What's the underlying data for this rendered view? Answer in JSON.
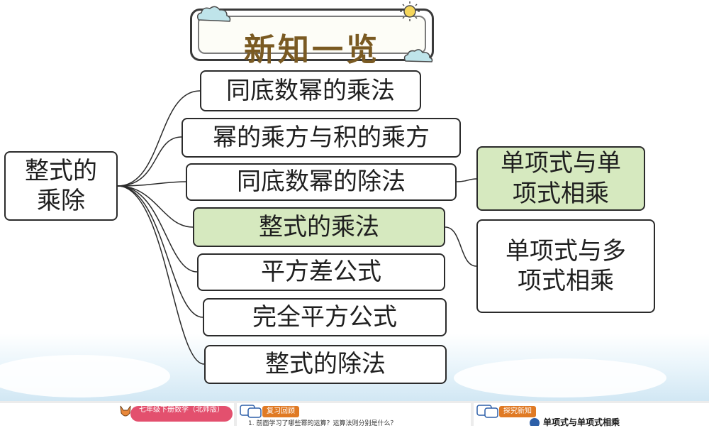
{
  "title": "新知一览",
  "center_node": "整式的乘除",
  "branches": [
    "同底数幂的乘法",
    "幂的乘方与积的乘方",
    "同底数幂的除法",
    "整式的乘法",
    "平方差公式",
    "完全平方公式",
    "整式的除法"
  ],
  "sub_nodes": [
    "单项式与单项式相乘",
    "单项式与多项式相乘"
  ],
  "bottom": {
    "grade_label": "七年级下册数学（北师版）",
    "review_tag": "复习回顾",
    "review_text": "1. 前面学习了哪些幂的运算？运算法则分别是什么？",
    "explore_tag": "探究新知",
    "section_heading": "单项式与单项式相乘"
  },
  "colors": {
    "title_text": "#7a5a22",
    "highlight_fill": "#d6e9bf",
    "node_border": "#2b2b2b",
    "tag_fill": "#e07a24",
    "pill_fill": "#e3506e"
  }
}
